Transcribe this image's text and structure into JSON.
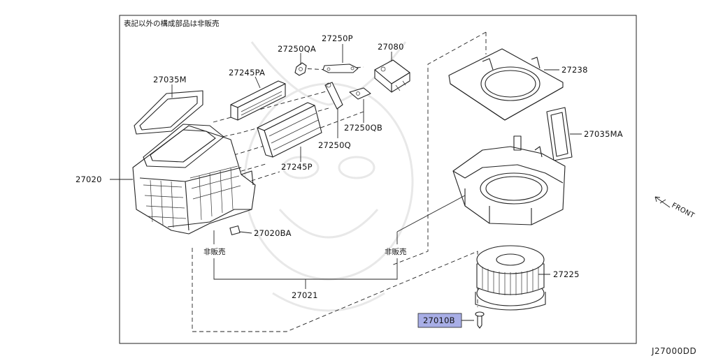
{
  "diagram": {
    "note": "表記以外の構成部品は非販売",
    "diagram_code": "J27000DD",
    "front_label": "FRONT",
    "highlight_color": "#a8aee6",
    "parts": [
      {
        "id": "p27250P",
        "label": "27250P"
      },
      {
        "id": "p27250QA",
        "label": "27250QA"
      },
      {
        "id": "p27080",
        "label": "27080"
      },
      {
        "id": "p27035M",
        "label": "27035M"
      },
      {
        "id": "p27245PA",
        "label": "27245PA"
      },
      {
        "id": "p27238",
        "label": "27238"
      },
      {
        "id": "p27250QB",
        "label": "27250QB"
      },
      {
        "id": "p27035MA",
        "label": "27035MA"
      },
      {
        "id": "p27250Q",
        "label": "27250Q"
      },
      {
        "id": "p27245P",
        "label": "27245P"
      },
      {
        "id": "p27020",
        "label": "27020"
      },
      {
        "id": "p27020BA",
        "label": "27020BA"
      },
      {
        "id": "p27225",
        "label": "27225"
      },
      {
        "id": "p27021",
        "label": "27021"
      },
      {
        "id": "p27010B",
        "label": "27010B",
        "highlighted": true
      }
    ],
    "not_sold_labels": [
      "非販売",
      "非販売"
    ]
  }
}
